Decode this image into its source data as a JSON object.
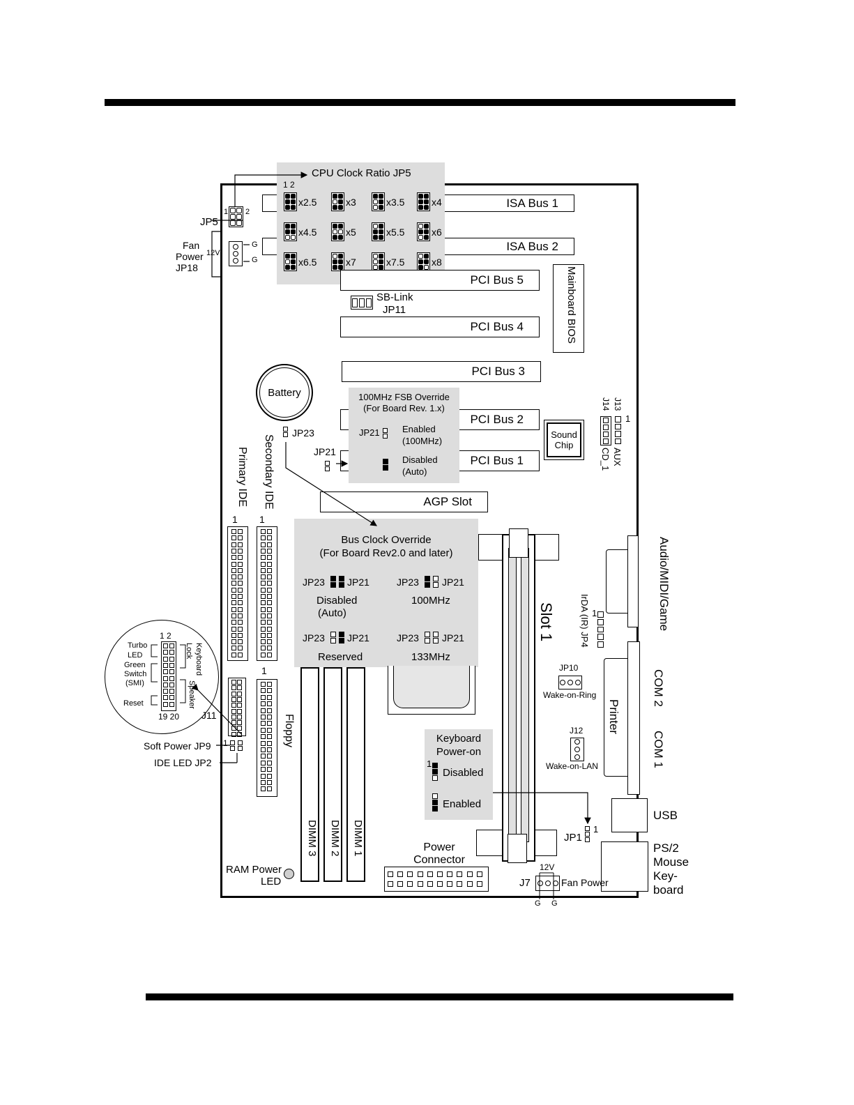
{
  "cpu_ratio": {
    "title": "CPU Clock Ratio JP5",
    "pin_header": "1 2",
    "ratios": [
      "x2.5",
      "x3",
      "x3.5",
      "x4",
      "x4.5",
      "x5",
      "x5.5",
      "x6",
      "x6.5",
      "x7",
      "x7.5",
      "x8"
    ]
  },
  "left_labels": {
    "jp5": "JP5",
    "jp5_pin1": "1",
    "jp5_pin2": "2",
    "fan_power": "Fan",
    "fan_power2": "Power",
    "fan_jp18": "JP18",
    "fan_12v": "12V",
    "fan_g1": "G",
    "fan_g2": "G",
    "soft_power": "Soft Power JP9",
    "ide_led": "IDE LED JP2",
    "j11": "J11",
    "jp9_pin1": "1"
  },
  "front_panel": {
    "pins_top": "1 2",
    "pins_bottom": "19 20",
    "turbo": "Turbo",
    "led": "LED",
    "green": "Green",
    "switch": "Switch",
    "smi": "(SMI)",
    "reset": "Reset",
    "keyboard": "Keyboard",
    "lock": "Lock",
    "speaker": "Speaker"
  },
  "slots": {
    "isa1": "ISA Bus 1",
    "isa2": "ISA Bus 2",
    "pci5": "PCI Bus 5",
    "pci4": "PCI Bus 4",
    "pci3": "PCI Bus 3",
    "pci2": "PCI Bus 2",
    "pci1": "PCI Bus 1",
    "agp": "AGP Slot"
  },
  "sb_link": {
    "line1": "SB-Link",
    "line2": "JP11"
  },
  "bios": "Mainboard BIOS",
  "battery": "Battery",
  "fsb_override": {
    "title1": "100MHz FSB Override",
    "title2": "(For Board Rev. 1.x)",
    "jp21": "JP21",
    "enabled": "Enabled",
    "enabled_sub": "(100MHz)",
    "disabled": "Disabled",
    "disabled_sub": "(Auto)"
  },
  "jp23_label": "JP23",
  "jp21_label": "JP21",
  "ide": {
    "primary": "Primary IDE",
    "secondary": "Secondary IDE",
    "pin1a": "1",
    "pin1b": "1",
    "floppy": "Floppy",
    "pin1c": "1"
  },
  "bus_clock": {
    "title1": "Bus Clock Override",
    "title2": "(For Board Rev2.0 and later)",
    "jp23": "JP23",
    "jp21": "JP21",
    "opt1": "Disabled",
    "opt1_sub": "(Auto)",
    "opt2": "100MHz",
    "opt3": "Reserved",
    "opt4": "133MHz"
  },
  "slot1": "Slot 1",
  "dimms": [
    "DIMM 3",
    "DIMM 2",
    "DIMM 1"
  ],
  "audio": {
    "j13": "J13",
    "j14": "J14",
    "pin1": "1",
    "aux": "AUX",
    "cd": "CD_1",
    "sound_chip1": "Sound",
    "sound_chip2": "Chip"
  },
  "irda": {
    "label": "IrDA (IR) JP4",
    "pin1": "1"
  },
  "rear": {
    "audio_midi": "Audio/MIDI/Game",
    "com2": "COM 2",
    "com1": "COM 1",
    "printer": "Printer",
    "usb": "USB",
    "ps2": "PS/2",
    "mouse": "Mouse",
    "key": "Key-",
    "board": "board"
  },
  "wake": {
    "jp10": "JP10",
    "ring": "Wake-on-Ring",
    "j12": "J12",
    "lan": "Wake-on-LAN"
  },
  "kb_power": {
    "title1": "Keyboard",
    "title2": "Power-on",
    "pin1": "1",
    "disabled": "Disabled",
    "enabled": "Enabled",
    "jp1": "JP1",
    "jp1_pin1": "1"
  },
  "power_connector": {
    "line1": "Power",
    "line2": "Connector"
  },
  "ram_led": {
    "line1": "RAM Power",
    "line2": "LED"
  },
  "fan_j7": {
    "j7": "J7",
    "label": "Fan Power",
    "v12": "12V",
    "g1": "G",
    "g2": "G"
  }
}
